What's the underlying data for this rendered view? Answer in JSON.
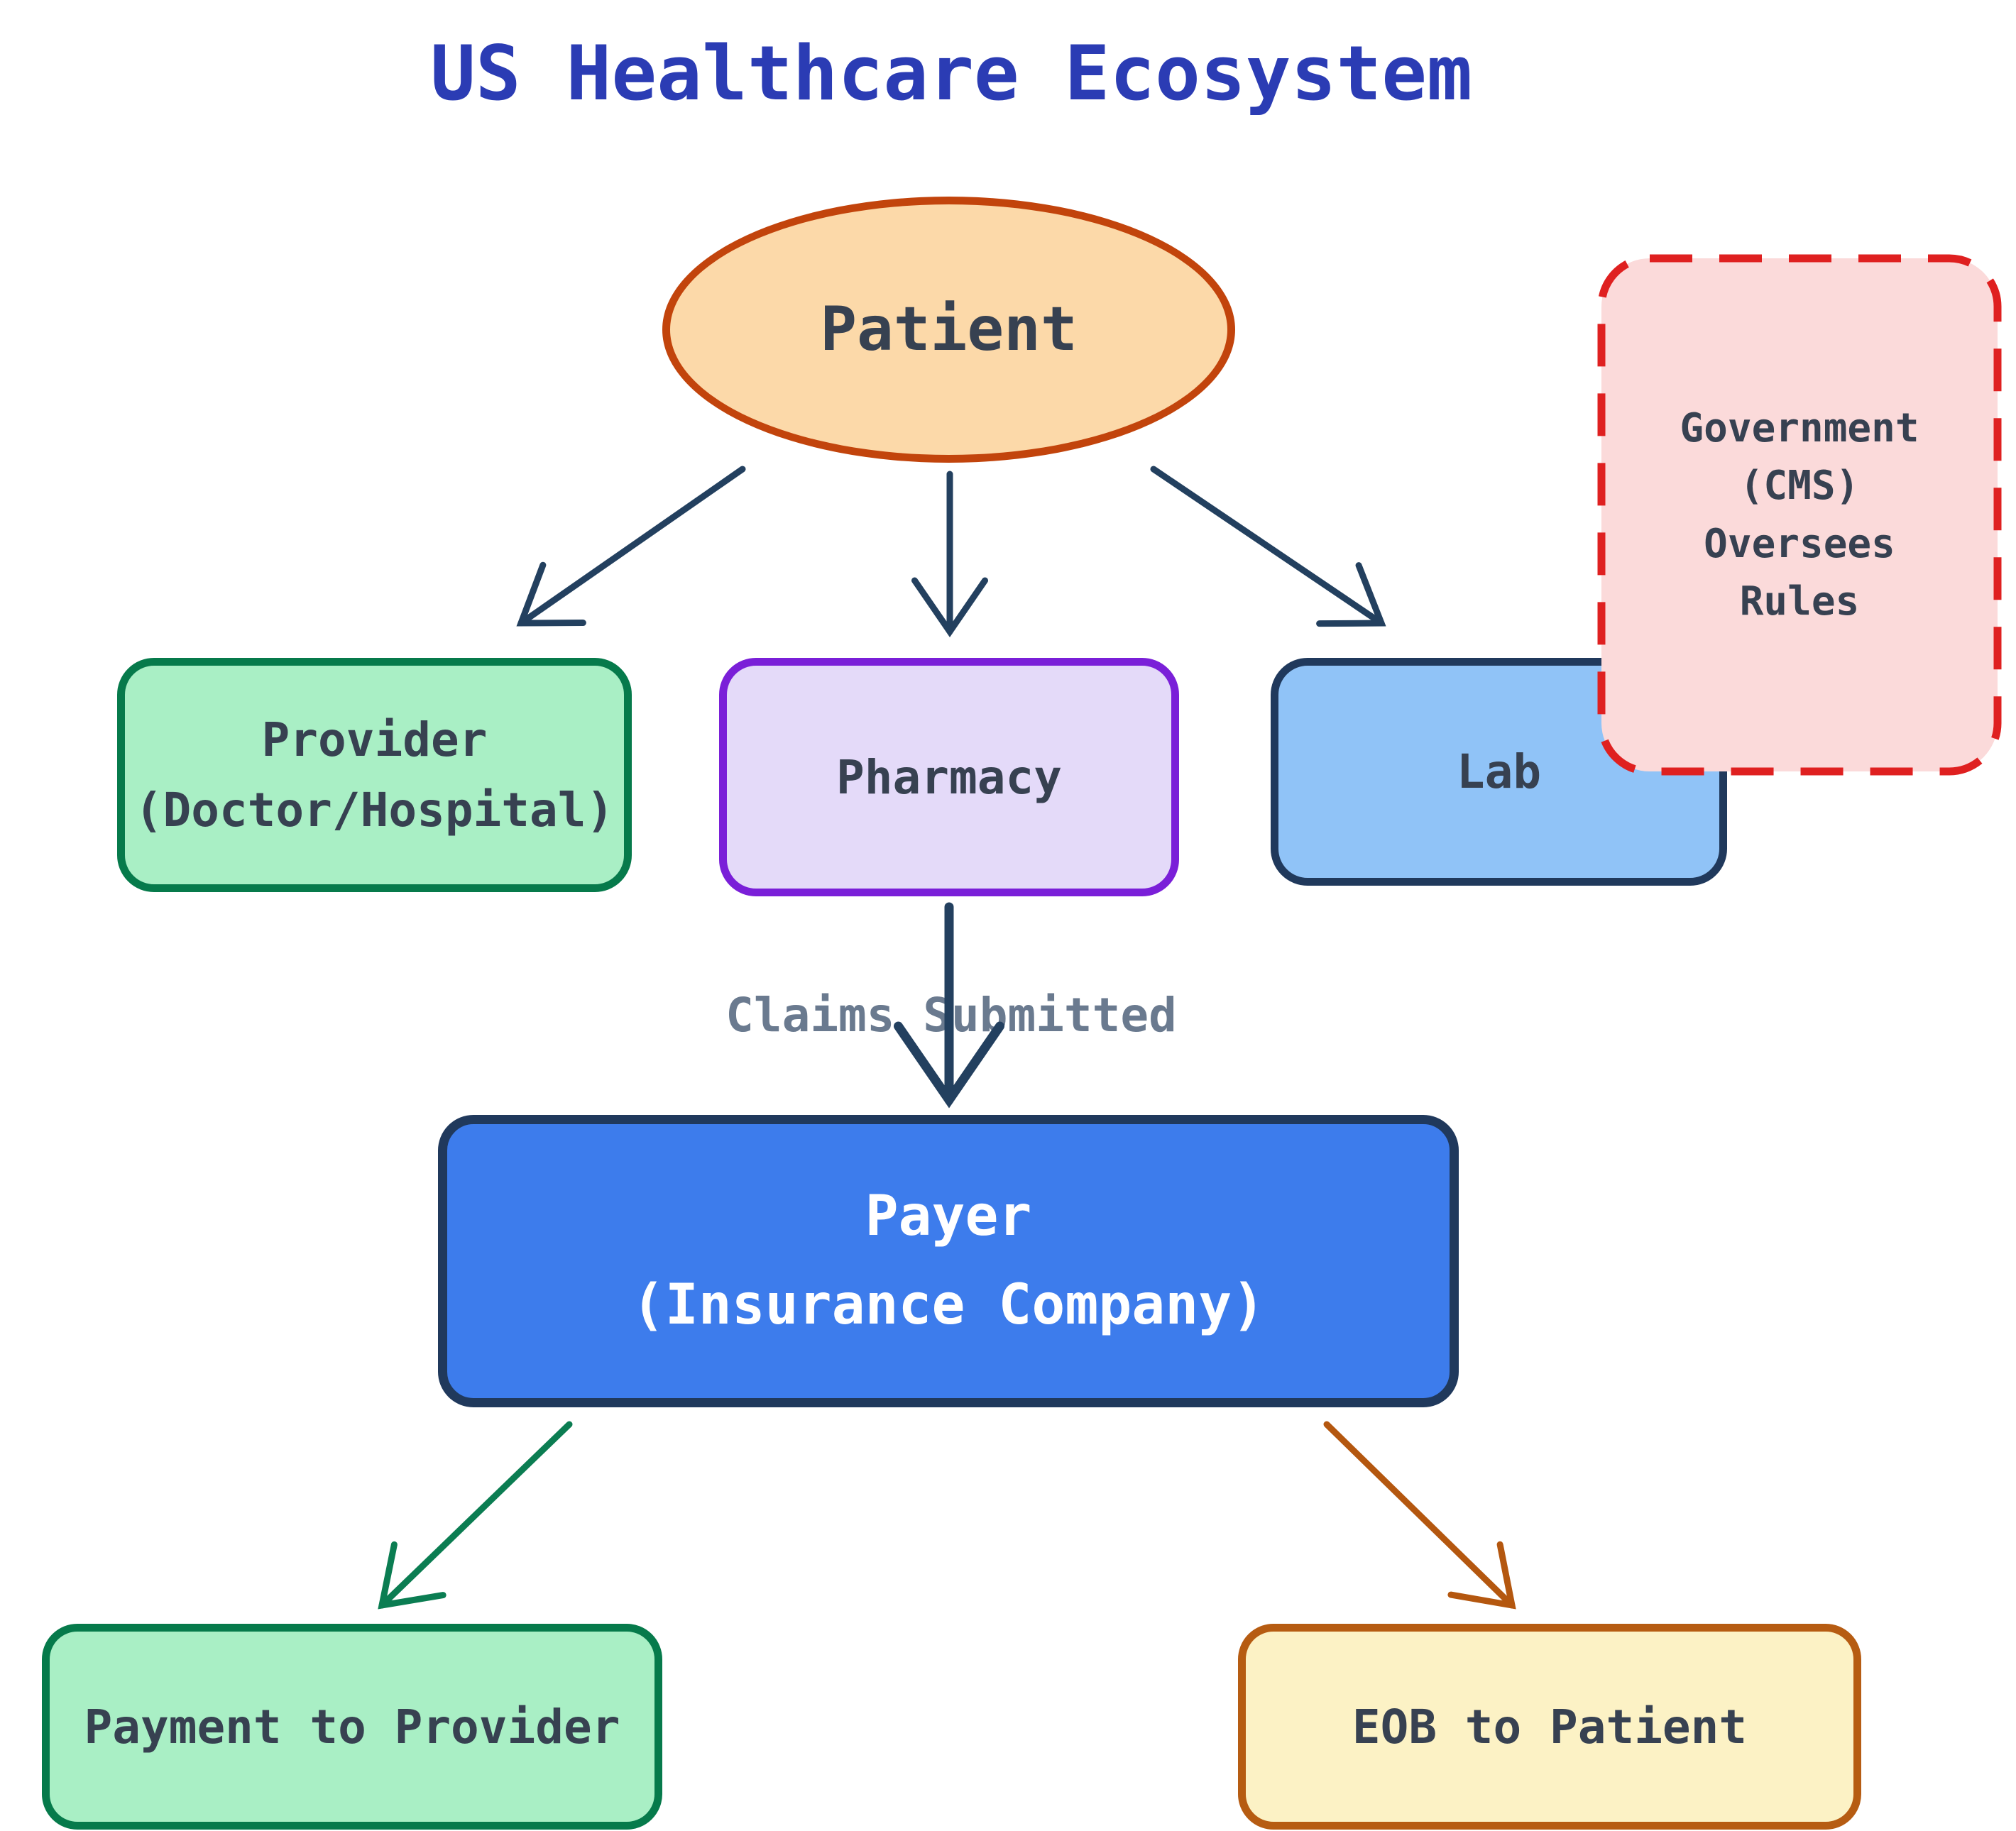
{
  "title": "US Healthcare Ecosystem",
  "title_color": "#2b3cb4",
  "nodes": {
    "patient": {
      "label": "Patient",
      "fill": "#fcd9a9",
      "border": "#c2440c",
      "shape": "ellipse"
    },
    "provider": {
      "line1": "Provider",
      "line2": "(Doctor/Hospital)",
      "fill": "#a9efc5",
      "border": "#067a4b"
    },
    "pharmacy": {
      "label": "Pharmacy",
      "fill": "#e4daf9",
      "border": "#7a1fd8"
    },
    "lab": {
      "label": "Lab",
      "fill": "#90c3f7",
      "border": "#20395c"
    },
    "government": {
      "line1": "Government",
      "line2": "(CMS)",
      "line3": "Oversees",
      "line4": "Rules",
      "fill": "#fbdada",
      "border": "#df2020",
      "border_style": "dashed"
    },
    "payer": {
      "line1": "Payer",
      "line2": "(Insurance Company)",
      "fill": "#3d7cec",
      "border": "#20395c",
      "text_color": "#ffffff"
    },
    "payment_to_provider": {
      "label": "Payment to Provider",
      "fill": "#a9efc5",
      "border": "#067a4b"
    },
    "eob_to_patient": {
      "label": "EOB to Patient",
      "fill": "#fcf2c5",
      "border": "#b65c12"
    }
  },
  "edges": {
    "claims_label": "Claims Submitted",
    "claims_label_color": "#6a7a8f",
    "arrow_color_default": "#23405f",
    "arrow_color_payment": "#0b7d52",
    "arrow_color_eob": "#b4570f"
  }
}
